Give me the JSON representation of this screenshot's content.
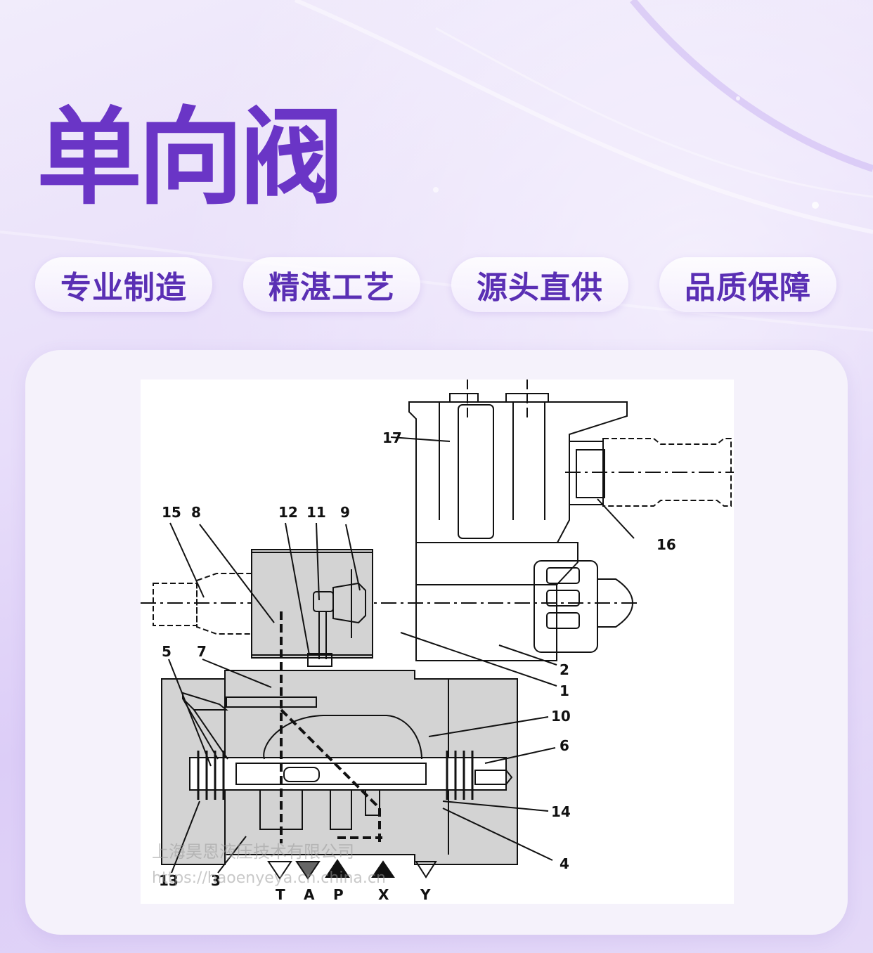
{
  "title": "单向阀",
  "features": [
    "专业制造",
    "精湛工艺",
    "源头直供",
    "品质保障"
  ],
  "diagram": {
    "part_labels": [
      "1",
      "2",
      "3",
      "4",
      "5",
      "6",
      "7",
      "8",
      "9",
      "10",
      "11",
      "12",
      "13",
      "14",
      "15",
      "16",
      "17"
    ],
    "port_labels": [
      "T",
      "A",
      "P",
      "X",
      "Y"
    ],
    "watermark_line1": "上海昊恩液压技术有限公司",
    "watermark_line2": "https://haoenyeya.cn.china.cn"
  },
  "colors": {
    "title": "#6a35c6",
    "pill_text": "#5a2fb4",
    "valve_body": "#d3d3d3",
    "valve_dark": "#a9a9a9"
  }
}
